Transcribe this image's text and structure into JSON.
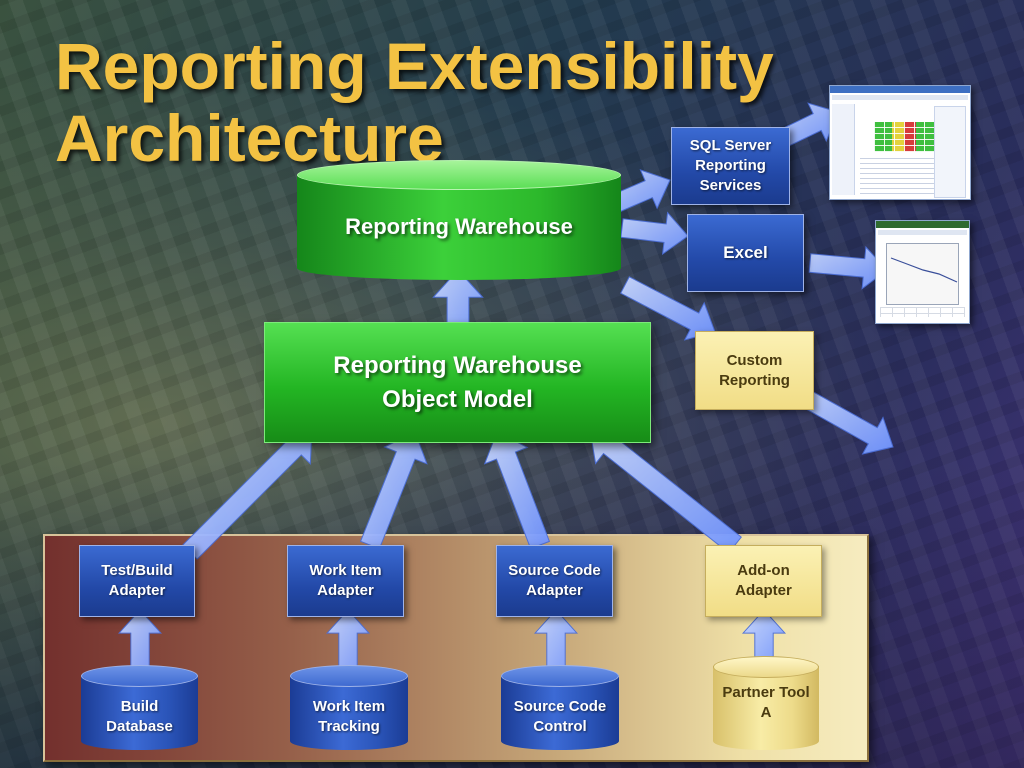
{
  "slide": {
    "title_line1": "Reporting Extensibility",
    "title_line2": "Architecture"
  },
  "warehouse": {
    "label": "Reporting Warehouse"
  },
  "object_model": {
    "line1": "Reporting Warehouse",
    "line2": "Object Model"
  },
  "consumers": [
    {
      "line1": "SQL Server",
      "line2": "Reporting",
      "line3": "Services"
    },
    {
      "line1": "Excel"
    },
    {
      "line1": "Custom",
      "line2": "Reporting"
    }
  ],
  "adapters": [
    {
      "line1": "Test/Build",
      "line2": "Adapter"
    },
    {
      "line1": "Work Item",
      "line2": "Adapter"
    },
    {
      "line1": "Source Code",
      "line2": "Adapter"
    },
    {
      "line1": "Add-on",
      "line2": "Adapter"
    }
  ],
  "sources": [
    {
      "line1": "Build",
      "line2": "Database"
    },
    {
      "line1": "Work Item",
      "line2": "Tracking"
    },
    {
      "line1": "Source Code",
      "line2": "Control"
    },
    {
      "line1": "Partner Tool",
      "line2": "A"
    }
  ],
  "colors": {
    "title": "#f3c243",
    "warehouse_green": "#2fc22e",
    "adapter_blue": "#2a52b5",
    "partner_yellow": "#f5e7a3",
    "arrow_blue": "#8fb0ff"
  },
  "icons": {
    "report_screenshot": "ssrs-report-thumbnail",
    "excel_screenshot": "excel-chart-thumbnail"
  }
}
